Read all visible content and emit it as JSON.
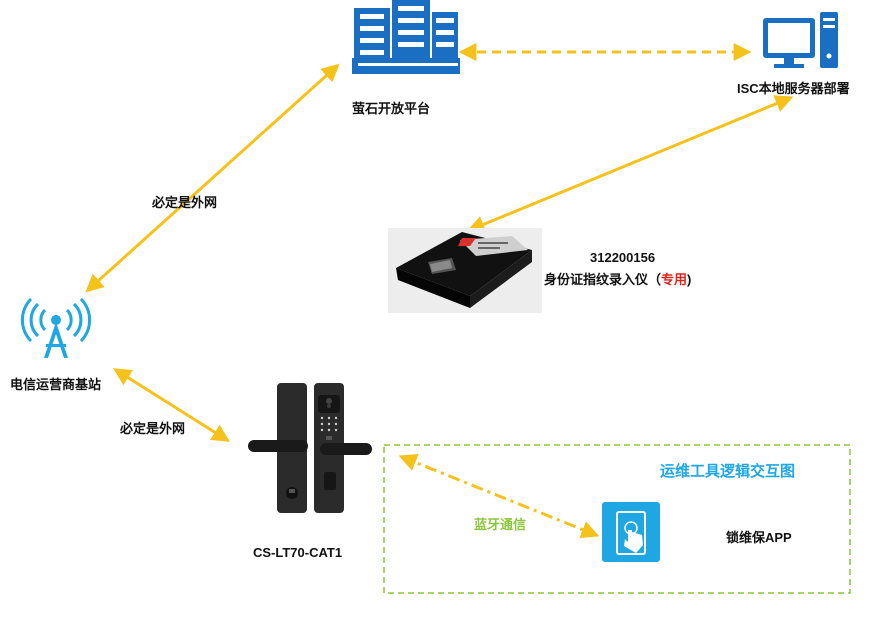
{
  "nodes": {
    "platform": {
      "label": "萤石开放平台"
    },
    "isc": {
      "label": "ISC本地服务器部署"
    },
    "base_station": {
      "label": "电信运营商基站"
    },
    "enroller": {
      "code": "312200156",
      "name_prefix": "身份证指纹录入仪（",
      "name_special": "专用",
      "name_suffix": ")"
    },
    "lock": {
      "label": "CS-LT70-CAT1"
    },
    "app": {
      "label": "锁维保APP"
    }
  },
  "edges": {
    "platform_base": {
      "label": "必定是外网"
    },
    "base_lock": {
      "label": "必定是外网"
    },
    "lock_app": {
      "label": "蓝牙通信"
    }
  },
  "group": {
    "title": "运维工具逻辑交互图"
  },
  "colors": {
    "arrow": "#f5c21b",
    "group_border": "#8cc63f",
    "accent_blue": "#1ea7e3",
    "server_blue": "#1a6fc2",
    "special_red": "#e2231a"
  }
}
